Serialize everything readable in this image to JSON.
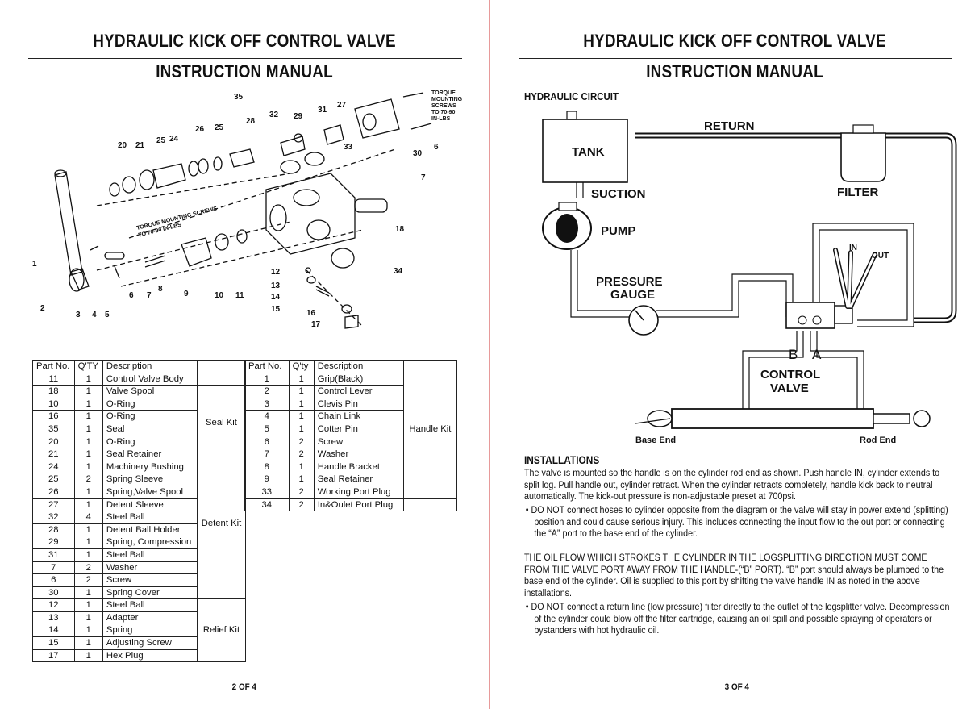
{
  "left": {
    "title": "HYDRAULIC KICK OFF CONTROL VALVE",
    "subtitle": "INSTRUCTION  MANUAL",
    "diagram": {
      "callouts": [
        "1",
        "2",
        "3",
        "4",
        "5",
        "6",
        "7",
        "8",
        "9",
        "10",
        "11",
        "12",
        "13",
        "14",
        "15",
        "16",
        "17",
        "18",
        "20",
        "21",
        "24",
        "25",
        "25",
        "26",
        "27",
        "28",
        "29",
        "30",
        "31",
        "32",
        "33",
        "34",
        "35",
        "6",
        "7"
      ],
      "note_top": "TORQUE MOUNTING SCREWS TO 70-90 IN-LBS",
      "note_top_lines": [
        "TORQUE",
        "MOUNTING",
        "SCREWS",
        "TO 70-90",
        "IN-LBS"
      ],
      "note_mid_lines": [
        "TORQUE MOUNTING SCREWS",
        "TO 70-90 IN-LBS"
      ]
    },
    "table1": {
      "headers": [
        "Part No.",
        "Q'TY",
        "Description",
        ""
      ],
      "groups": [
        {
          "kit": "",
          "rows": [
            [
              "11",
              "1",
              "Control Valve Body"
            ]
          ]
        },
        {
          "kit": "",
          "rows": [
            [
              "18",
              "1",
              "Valve Spool"
            ]
          ]
        },
        {
          "kit": "Seal Kit",
          "rows": [
            [
              "10",
              "1",
              "O-Ring"
            ],
            [
              "16",
              "1",
              "O-Ring"
            ],
            [
              "35",
              "1",
              "Seal"
            ],
            [
              "20",
              "1",
              "O-Ring"
            ]
          ]
        },
        {
          "kit": "Detent Kit",
          "rows": [
            [
              "21",
              "1",
              "Seal Retainer"
            ],
            [
              "24",
              "1",
              "Machinery Bushing"
            ],
            [
              "25",
              "2",
              "Spring Sleeve"
            ],
            [
              "26",
              "1",
              "Spring,Valve Spool"
            ],
            [
              "27",
              "1",
              "Detent Sleeve"
            ],
            [
              "32",
              "4",
              "Steel Ball"
            ],
            [
              "28",
              "1",
              "Detent Ball Holder"
            ],
            [
              "29",
              "1",
              "Spring, Compression"
            ],
            [
              "31",
              "1",
              "Steel Ball"
            ],
            [
              "7",
              "2",
              "Washer"
            ],
            [
              "6",
              "2",
              "Screw"
            ],
            [
              "30",
              "1",
              "Spring Cover"
            ]
          ]
        },
        {
          "kit": "Relief Kit",
          "rows": [
            [
              "12",
              "1",
              "Steel Ball"
            ],
            [
              "13",
              "1",
              "Adapter"
            ],
            [
              "14",
              "1",
              "Spring"
            ],
            [
              "15",
              "1",
              "Adjusting Screw"
            ],
            [
              "17",
              "1",
              "Hex Plug"
            ]
          ]
        }
      ]
    },
    "table2": {
      "headers": [
        "Part No.",
        "Q'ty",
        "Description",
        ""
      ],
      "groups": [
        {
          "kit": "Handle Kit",
          "rows": [
            [
              "1",
              "1",
              "Grip(Black)"
            ],
            [
              "2",
              "1",
              "Control Lever"
            ],
            [
              "3",
              "1",
              "Clevis Pin"
            ],
            [
              "4",
              "1",
              "Chain Link"
            ],
            [
              "5",
              "1",
              "Cotter Pin"
            ],
            [
              "6",
              "2",
              "Screw"
            ],
            [
              "7",
              "2",
              "Washer"
            ],
            [
              "8",
              "1",
              "Handle Bracket"
            ],
            [
              "9",
              "1",
              "Seal Retainer"
            ]
          ]
        },
        {
          "kit": "",
          "rows": [
            [
              "33",
              "2",
              "Working Port Plug"
            ]
          ]
        },
        {
          "kit": "",
          "rows": [
            [
              "34",
              "2",
              "In&Oulet Port Plug"
            ]
          ]
        }
      ]
    },
    "page_number": "2 OF 4"
  },
  "right": {
    "title": "HYDRAULIC KICK OFF CONTROL VALVE",
    "subtitle": "INSTRUCTION  MANUAL",
    "section_title": "HYDRAULIC CIRCUIT",
    "circuit": {
      "return": "RETURN",
      "tank": "TANK",
      "filter": "FILTER",
      "suction": "SUCTION",
      "pump": "PUMP",
      "pressure_gauge_1": "PRESSURE",
      "pressure_gauge_2": "GAUGE",
      "port_b": "B",
      "port_a": "A",
      "control_valve_1": "CONTROL",
      "control_valve_2": "VALVE",
      "in": "IN",
      "out": "OUT",
      "base_end": "Base End",
      "rod_end": "Rod End"
    },
    "installations_title": "INSTALLATIONS",
    "paragraph1": "The valve is mounted so the handle is on the cylinder rod end as shown. Push handle IN, cylinder extends to split log. Pull handle out, cylinder retract. When the cylinder retracts completely, handle kick back to neutral automatically. The kick-out pressure is non-adjustable preset at 700psi.",
    "bullet1": "• DO NOT connect hoses to cylinder opposite from the diagram or the valve will stay in power extend (splitting) position and could cause serious injury. This includes connecting the input flow to the out port or connecting the “A” port to the base end of the cylinder.",
    "paragraph2": "THE OIL FLOW WHICH STROKES THE CYLINDER IN THE LOGSPLITTING DIRECTION MUST COME FROM THE VALVE PORT AWAY FROM THE HANDLE-(“B” PORT). “B” port should always be plumbed to the base end of the cylinder. Oil is supplied to this port by shifting the valve handle IN as noted in the above installations.",
    "bullet2": "• DO NOT connect a return line (low pressure) filter directly to the outlet of the logsplitter valve. Decompression of the cylinder could blow off the filter cartridge, causing an oil spill and possible spraying of operators or bystanders with hot hydraulic oil.",
    "page_number": "3 OF 4"
  },
  "colors": {
    "page_divider": "#e79a9a",
    "ink": "#111111"
  }
}
